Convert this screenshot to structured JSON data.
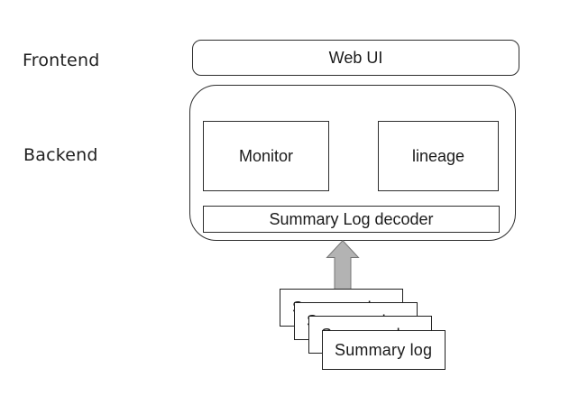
{
  "rows": [
    {
      "label": "Frontend"
    },
    {
      "label": "Backend"
    }
  ],
  "frontend": {
    "web_ui_label": "Web UI"
  },
  "backend": {
    "monitor_label": "Monitor",
    "lineage_label": "lineage",
    "decoder_label": "Summary Log decoder"
  },
  "log_stack": {
    "sheet_label": "Summary log",
    "sheet_count": 4
  },
  "colors": {
    "background": "#ffffff",
    "box_border": "#2e2e2e",
    "text": "#1a1a1a",
    "arrow_fill": "#b3b3b3",
    "arrow_stroke": "#757575"
  }
}
